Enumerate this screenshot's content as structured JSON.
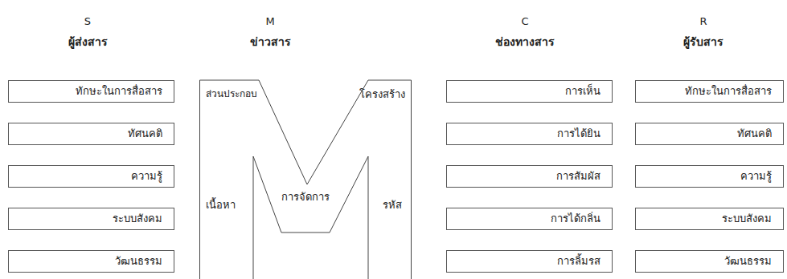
{
  "diagram": {
    "nodes": [
      {
        "text": [
          "S",
          "ผู้ส่งสาร"
        ]
      },
      {
        "text": [
          "M",
          "ข่าวสาร"
        ]
      },
      {
        "text": [
          "C",
          "ช่องทางสาร"
        ]
      },
      {
        "text": [
          "R",
          "ผู้รับสาร"
        ]
      },
      {
        "text": [
          "ทักษะในการสื่อสาร"
        ]
      },
      {
        "text": [
          "ทัศนคติ"
        ]
      },
      {
        "text": [
          "ความรู้"
        ]
      },
      {
        "text": [
          "ระบบสังคม"
        ]
      },
      {
        "text": [
          "วัฒนธรรม"
        ]
      },
      {
        "text": [
          "ส่วนประกอบ",
          "โครงสร้าง",
          "การจัดการ",
          "เนื้อหา",
          "รหัส"
        ]
      },
      {
        "text": [
          "การเห็น"
        ]
      },
      {
        "text": [
          "การได้ยิน"
        ]
      },
      {
        "text": [
          "การสัมผัส"
        ]
      },
      {
        "text": [
          "การได้กลิ่น"
        ]
      },
      {
        "text": [
          "การลิ้มรส"
        ]
      },
      {
        "text": [
          "ทักษะในการสื่อสาร"
        ]
      },
      {
        "text": [
          "ทัศนคติ"
        ]
      },
      {
        "text": [
          "ความรู้"
        ]
      },
      {
        "text": [
          "ระบบสังคม"
        ]
      },
      {
        "text": [
          "วัฒนธรรม"
        ]
      }
    ]
  }
}
